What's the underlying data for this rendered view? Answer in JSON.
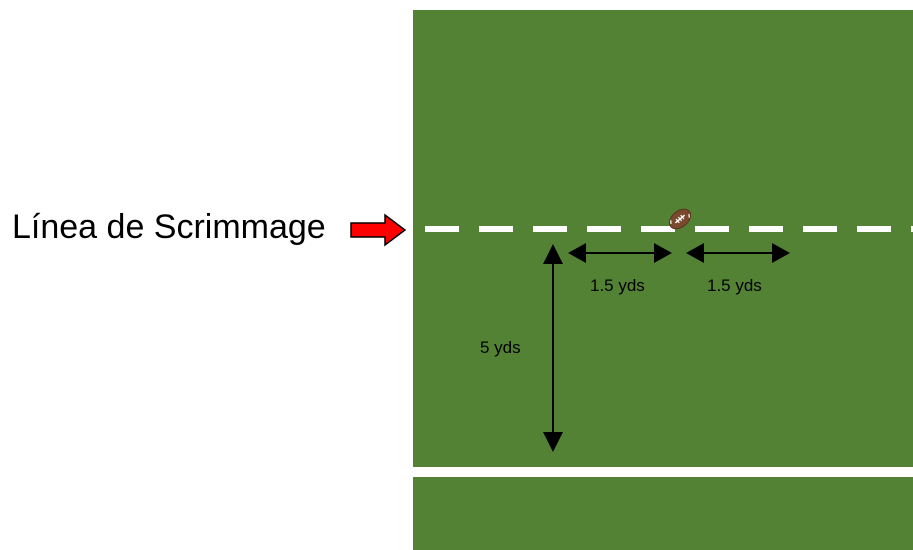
{
  "labels": {
    "line_of_scrimmage": "Línea de Scrimmage",
    "spacing_left": "1.5 yds",
    "spacing_right": "1.5 yds",
    "depth": "5 yds"
  },
  "colors": {
    "field": "#548235",
    "yard_line": "#ffffff",
    "pointer_arrow": "#ff0000",
    "measure_arrow": "#000000",
    "football": "#7b4a2e"
  },
  "icons": {
    "pointer": "right-arrow-icon",
    "ball": "football-icon"
  }
}
